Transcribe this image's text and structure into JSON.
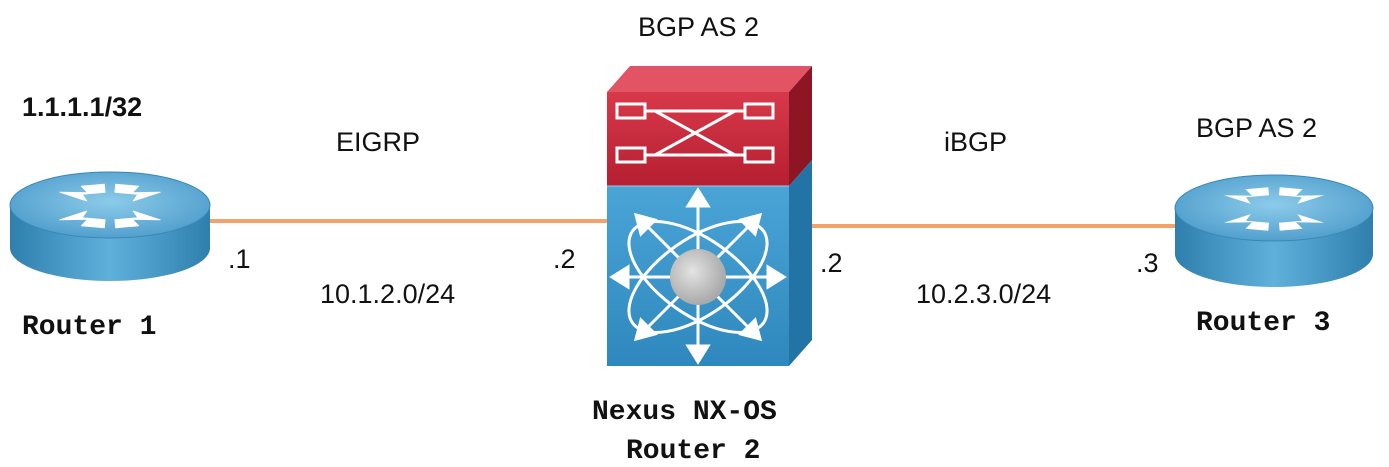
{
  "router1": {
    "prefix": "1.1.1.1/32",
    "name": "Router 1",
    "interface": ".1",
    "icon": "router-icon"
  },
  "router2": {
    "as_label": "BGP AS 2",
    "name_line1": "Nexus NX-OS",
    "name_line2": "Router 2",
    "left_interface": ".2",
    "right_interface": ".2",
    "icon": "nexus-switch-icon"
  },
  "router3": {
    "as_label": "BGP AS 2",
    "name": "Router 3",
    "interface": ".3",
    "icon": "router-icon"
  },
  "link_left": {
    "protocol": "EIGRP",
    "subnet": "10.1.2.0/24",
    "color": "#f4a26a"
  },
  "link_right": {
    "protocol": "iBGP",
    "subnet": "10.2.3.0/24",
    "color": "#f4a26a"
  },
  "colors": {
    "router_top": "#5aa6cf",
    "router_side": "#3e8fbd",
    "nexus_red": "#c8283a",
    "nexus_blue": "#3e97c9",
    "link": "#f4a26a"
  }
}
